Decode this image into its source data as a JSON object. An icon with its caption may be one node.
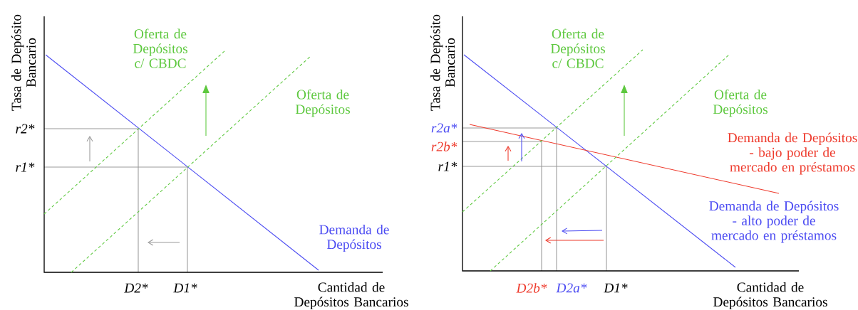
{
  "diagram": {
    "labels": [
      "Tasa de Depósito Bancario",
      "Oferta de Depósitos c/ CBDC",
      "Oferta de Depósitos",
      "r2*",
      "r1*",
      "Demanda de Depósitos",
      "D2*",
      "D1*",
      "Cantidad de Depósitos Bancarios",
      "Tasa de Depósito Bancario",
      "Oferta de Depósitos c/ CBDC",
      "Oferta de Depósitos",
      "r2a*",
      "Demanda de Depósitos - bajo poder de mercado en préstamos",
      "r2b*",
      "r1*",
      "Demanda de Depósitos - alto poder de mercado en préstamos",
      "D2b*",
      "D2a*",
      "D1*",
      "Cantidad de Depósitos Bancarios"
    ]
  }
}
